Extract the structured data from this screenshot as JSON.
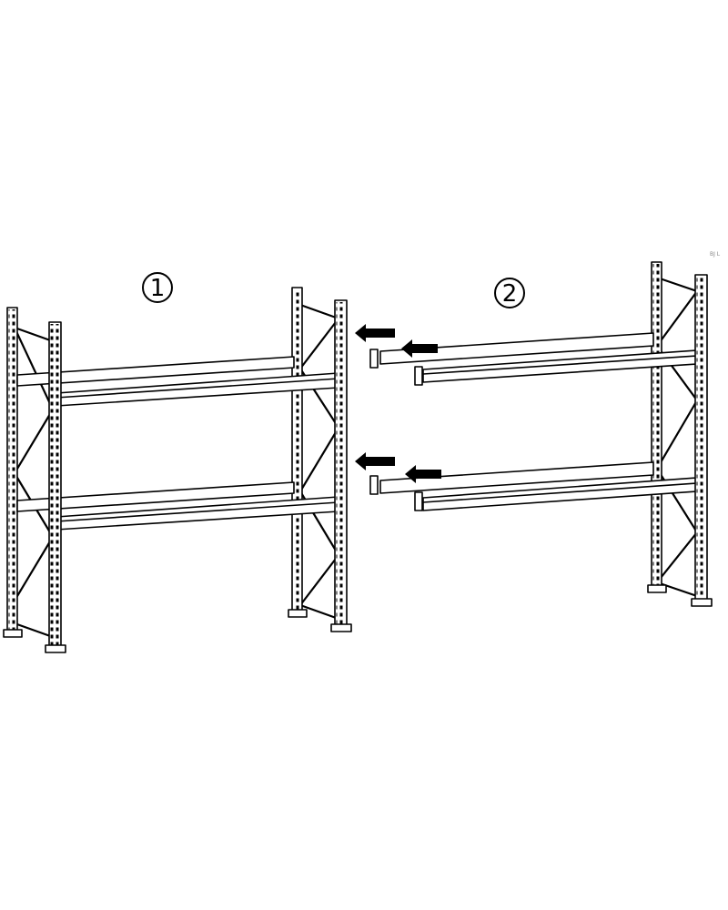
{
  "diagram": {
    "steps": [
      {
        "number": "1"
      },
      {
        "number": "2"
      }
    ],
    "corner_mark": "BJ L",
    "colors": {
      "line": "#000000",
      "fill": "#ffffff",
      "arrow": "#000000"
    }
  }
}
